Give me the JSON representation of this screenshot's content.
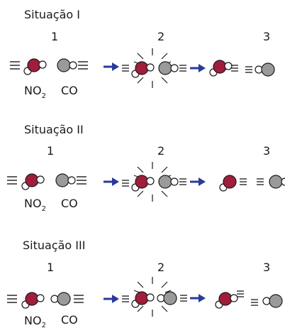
{
  "situations": [
    {
      "title": "Situação I",
      "step_numbers": [
        "1",
        "2",
        "3"
      ],
      "reactant_label_a": "NO",
      "reactant_label_a_sub": "2",
      "reactant_label_b": "CO"
    },
    {
      "title": "Situação II",
      "step_numbers": [
        "1",
        "2",
        "3"
      ],
      "reactant_label_a": "NO",
      "reactant_label_a_sub": "2",
      "reactant_label_b": "CO"
    },
    {
      "title": "Situação III",
      "step_numbers": [
        "1",
        "2",
        "3"
      ],
      "reactant_label_a": "NO",
      "reactant_label_a_sub": "2",
      "reactant_label_b": "CO"
    }
  ],
  "colors": {
    "nitrogen_oxygen_red": "#a01d3c",
    "carbon_gray": "#9a9a9a",
    "small_atom_white": "#ffffff",
    "arrow_blue": "#2a3a9a",
    "line_black": "#1a1a1a"
  }
}
